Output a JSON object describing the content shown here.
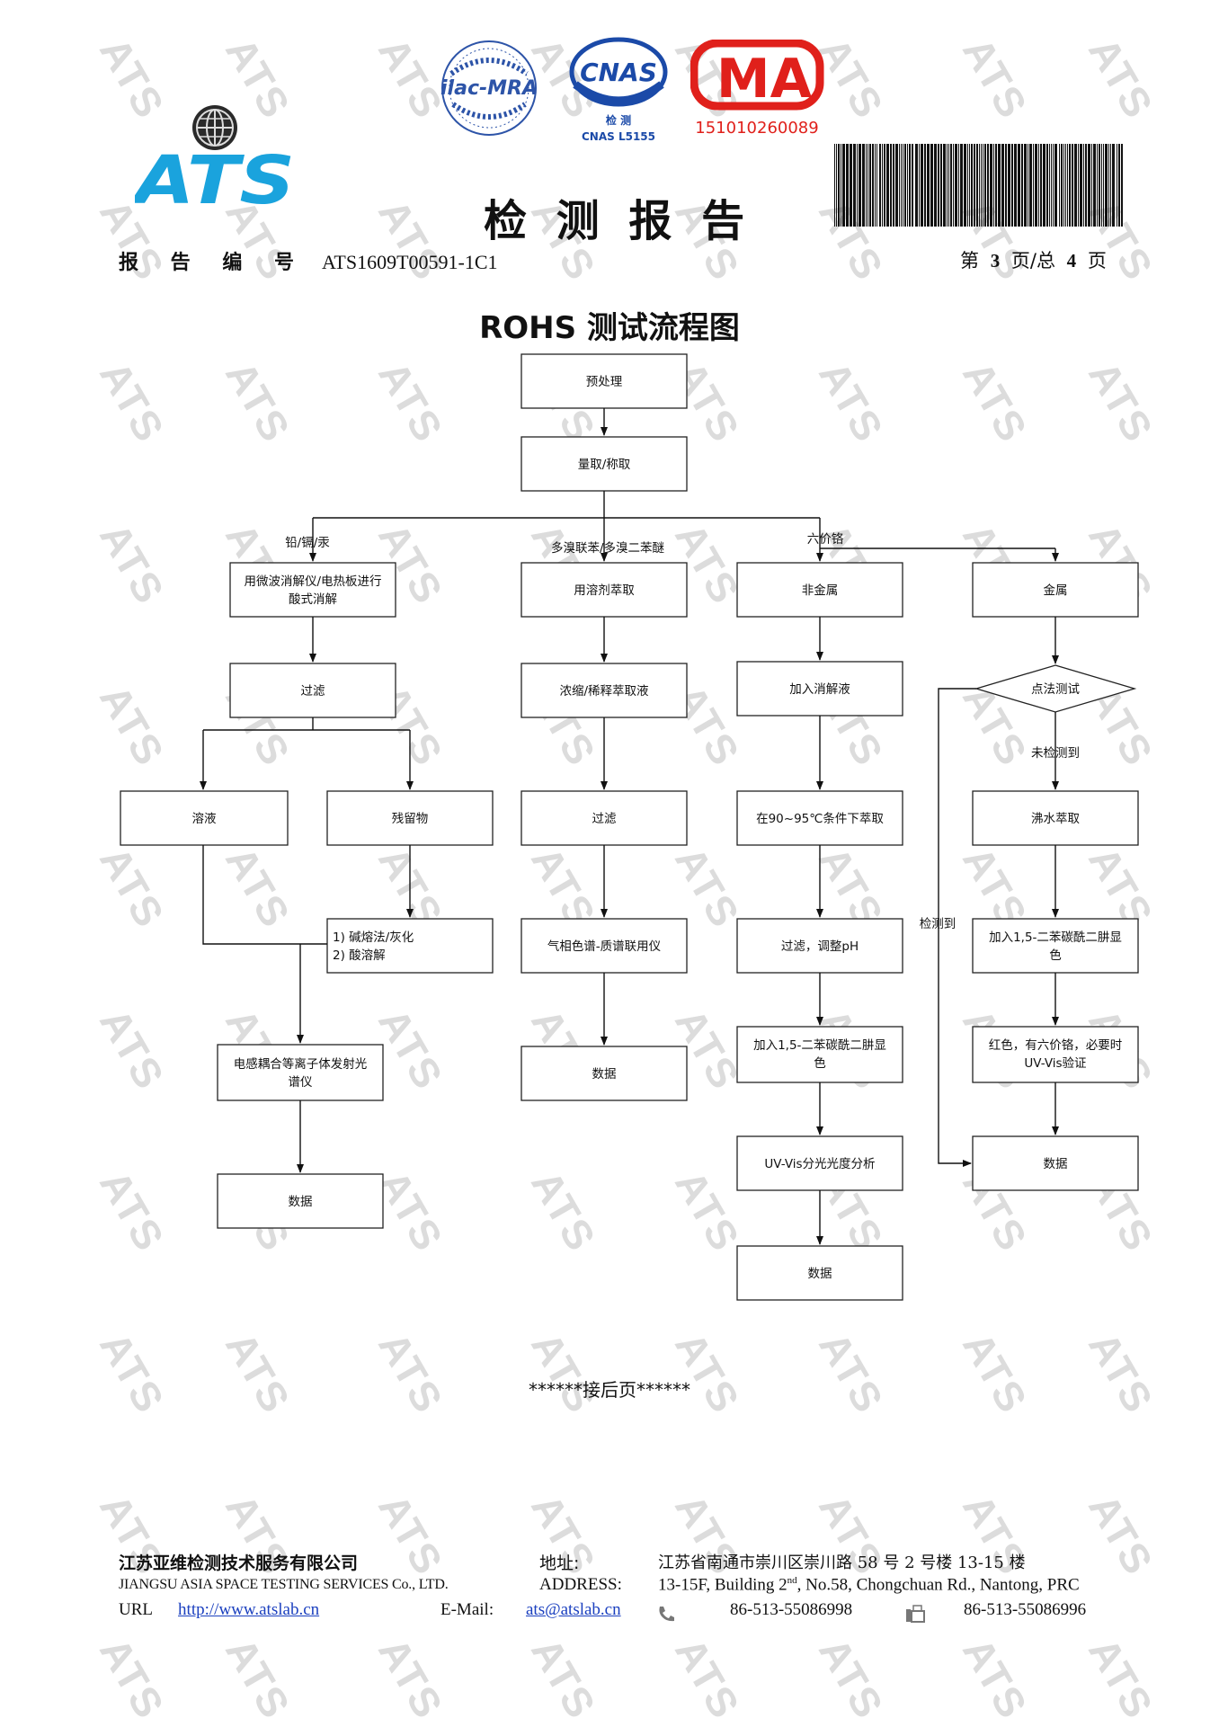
{
  "watermark": "ATS",
  "header": {
    "logo_text": "ATS",
    "ilac_text": "ilac-MRA",
    "cnas": {
      "main": "CNAS",
      "sub1": "检 测",
      "sub2": "CNAS L5155"
    },
    "cma": {
      "text": "MA",
      "number": "151010260089"
    },
    "title": "检 测 报 告",
    "report_no_label": "报 告 编 号",
    "report_no": "ATS1609T00591-1C1",
    "page_prefix": "第",
    "page_current": "3",
    "page_mid": "页/总",
    "page_total": "4",
    "page_suffix": "页"
  },
  "flow": {
    "title": "ROHS 测试流程图",
    "n_pre": "预处理",
    "n_weigh": "量取/称取",
    "br_pb": "铅/镉/汞",
    "br_pbb": "多溴联苯/多溴二苯醚",
    "br_cr": "六价铬",
    "a1_l1": "用微波消解仪/电热板进行",
    "a1_l2": "酸式消解",
    "a2": "过滤",
    "a3": "溶液",
    "a4": "残留物",
    "a5_l1": "1) 碱熔法/灰化",
    "a5_l2": "2) 酸溶解",
    "a6_l1": "电感耦合等离子体发射光",
    "a6_l2": "谱仪",
    "a7": "数据",
    "b1": "用溶剂萃取",
    "b2": "浓缩/稀释萃取液",
    "b3": "过滤",
    "b4": "气相色谱-质谱联用仪",
    "b5": "数据",
    "c1": "非金属",
    "c2": "加入消解液",
    "c3": "在90~95℃条件下萃取",
    "c4": "过滤，调整pH",
    "c5_l1": "加入1,5-二苯碳酰二肼显",
    "c5_l2": "色",
    "c6": "UV-Vis分光光度分析",
    "c7": "数据",
    "d1": "金属",
    "d2": "点法测试",
    "d_not": "未检测到",
    "d_det": "检测到",
    "d3": "沸水萃取",
    "d4_l1": "加入1,5-二苯碳酰二肼显",
    "d4_l2": "色",
    "d5_l1": "红色，有六价铬，必要时",
    "d5_l2": "UV-Vis验证",
    "d6": "数据"
  },
  "continue_text": "******接后页******",
  "footer": {
    "company_cn": "江苏亚维检测技术服务有限公司",
    "company_en": "JIANGSU ASIA SPACE TESTING SERVICES Co., LTD.",
    "url_label": "URL",
    "url": "http://www.atslab.cn",
    "email_label": "E-Mail:",
    "email": "ats@atslab.cn",
    "addr_label_cn": "地址:",
    "addr_label_en": "ADDRESS:",
    "addr_cn": "江苏省南通市崇川区崇川路 58 号 2 号楼 13-15 楼",
    "addr_en_pre": "13-15F, Building 2",
    "addr_en_sup": "nd",
    "addr_en_post": ", No.58, Chongchuan Rd., Nantong, PRC",
    "phone": "86-513-55086998",
    "fax": "86-513-55086996"
  },
  "colors": {
    "ats_blue": "#1aa3dd",
    "cnas_blue": "#1b4aa8",
    "cma_red": "#e0201b",
    "ilac_blue": "#2d54a8"
  }
}
